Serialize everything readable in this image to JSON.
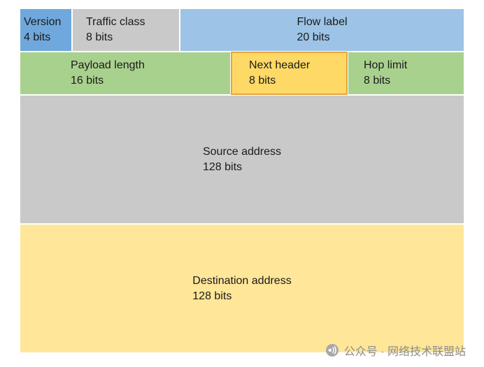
{
  "fields": {
    "version": {
      "label": "Version",
      "bits": "4 bits"
    },
    "traffic_class": {
      "label": "Traffic class",
      "bits": "8 bits"
    },
    "flow_label": {
      "label": "Flow label",
      "bits": "20 bits"
    },
    "payload_length": {
      "label": "Payload length",
      "bits": "16 bits"
    },
    "next_header": {
      "label": "Next header",
      "bits": "8 bits"
    },
    "hop_limit": {
      "label": "Hop limit",
      "bits": "8 bits"
    },
    "source_address": {
      "label": "Source address",
      "bits": "128 bits"
    },
    "destination_address": {
      "label": "Destination address",
      "bits": "128 bits"
    }
  },
  "colors": {
    "version": "#6fa8dc",
    "traffic_class": "#c9c9c9",
    "flow_label": "#9dc3e6",
    "payload_length": "#a9d18e",
    "next_header": "#ffd966",
    "hop_limit": "#a9d18e",
    "source_address": "#c9c9c9",
    "destination_address": "#ffe699",
    "next_header_border": "#e8a33d",
    "watermark_text": "#8c8c8c"
  },
  "watermark": {
    "text": "公众号 · 网络技术联盟站"
  }
}
